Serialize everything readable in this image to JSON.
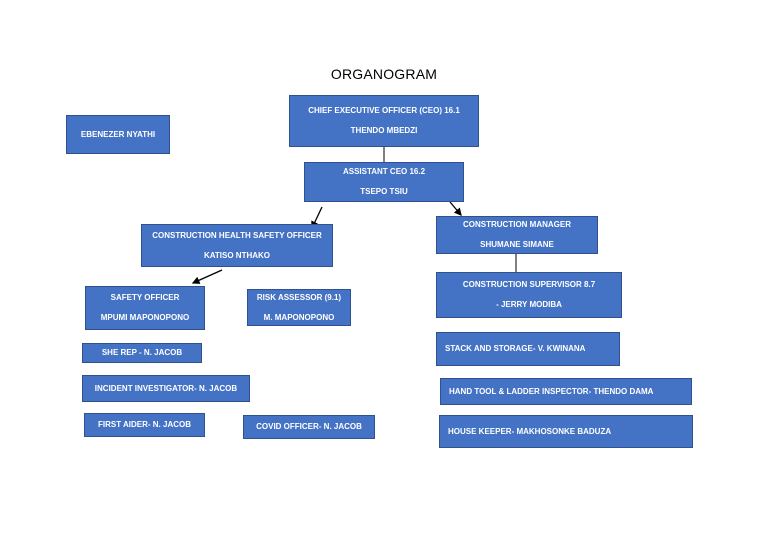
{
  "title": "ORGANOGRAM",
  "nodes": {
    "ebenezer": {
      "line1": "EBENEZER NYATHI"
    },
    "ceo": {
      "line1": "CHIEF EXECUTIVE OFFICER (CEO) 16.1",
      "line2": "THENDO MBEDZI"
    },
    "assistant_ceo": {
      "line1": "ASSISTANT CEO 16.2",
      "line2": "TSEPO TSIU"
    },
    "chs_officer": {
      "line1": "CONSTRUCTION HEALTH SAFETY OFFICER",
      "line2": "KATISO NTHAKO"
    },
    "construction_manager": {
      "line1": "CONSTRUCTION MANAGER",
      "line2": "SHUMANE SIMANE"
    },
    "safety_officer": {
      "line1": "SAFETY OFFICER",
      "line2": "MPUMI MAPONOPONO"
    },
    "risk_assessor": {
      "line1": "RISK ASSESSOR (9.1)",
      "line2": "M. MAPONOPONO"
    },
    "construction_supervisor": {
      "line1": "CONSTRUCTION SUPERVISOR 8.7",
      "line2": "- JERRY MODIBA"
    },
    "she_rep": {
      "line1": "SHE REP - N. JACOB"
    },
    "incident_investigator": {
      "line1": "INCIDENT INVESTIGATOR- N. JACOB"
    },
    "first_aider": {
      "line1": "FIRST AIDER- N. JACOB"
    },
    "covid_officer": {
      "line1": "COVID OFFICER- N. JACOB"
    },
    "stack_storage": {
      "line1": "STACK AND STORAGE- V. KWINANA"
    },
    "hand_tool_inspector": {
      "line1": "HAND TOOL & LADDER INSPECTOR- THENDO DAMA"
    },
    "house_keeper": {
      "line1": "HOUSE KEEPER- MAKHOSONKE BADUZA"
    }
  },
  "colors": {
    "box_fill": "#4472c4",
    "box_border": "#2f528f",
    "box_text": "#ffffff",
    "connector": "#000000"
  }
}
